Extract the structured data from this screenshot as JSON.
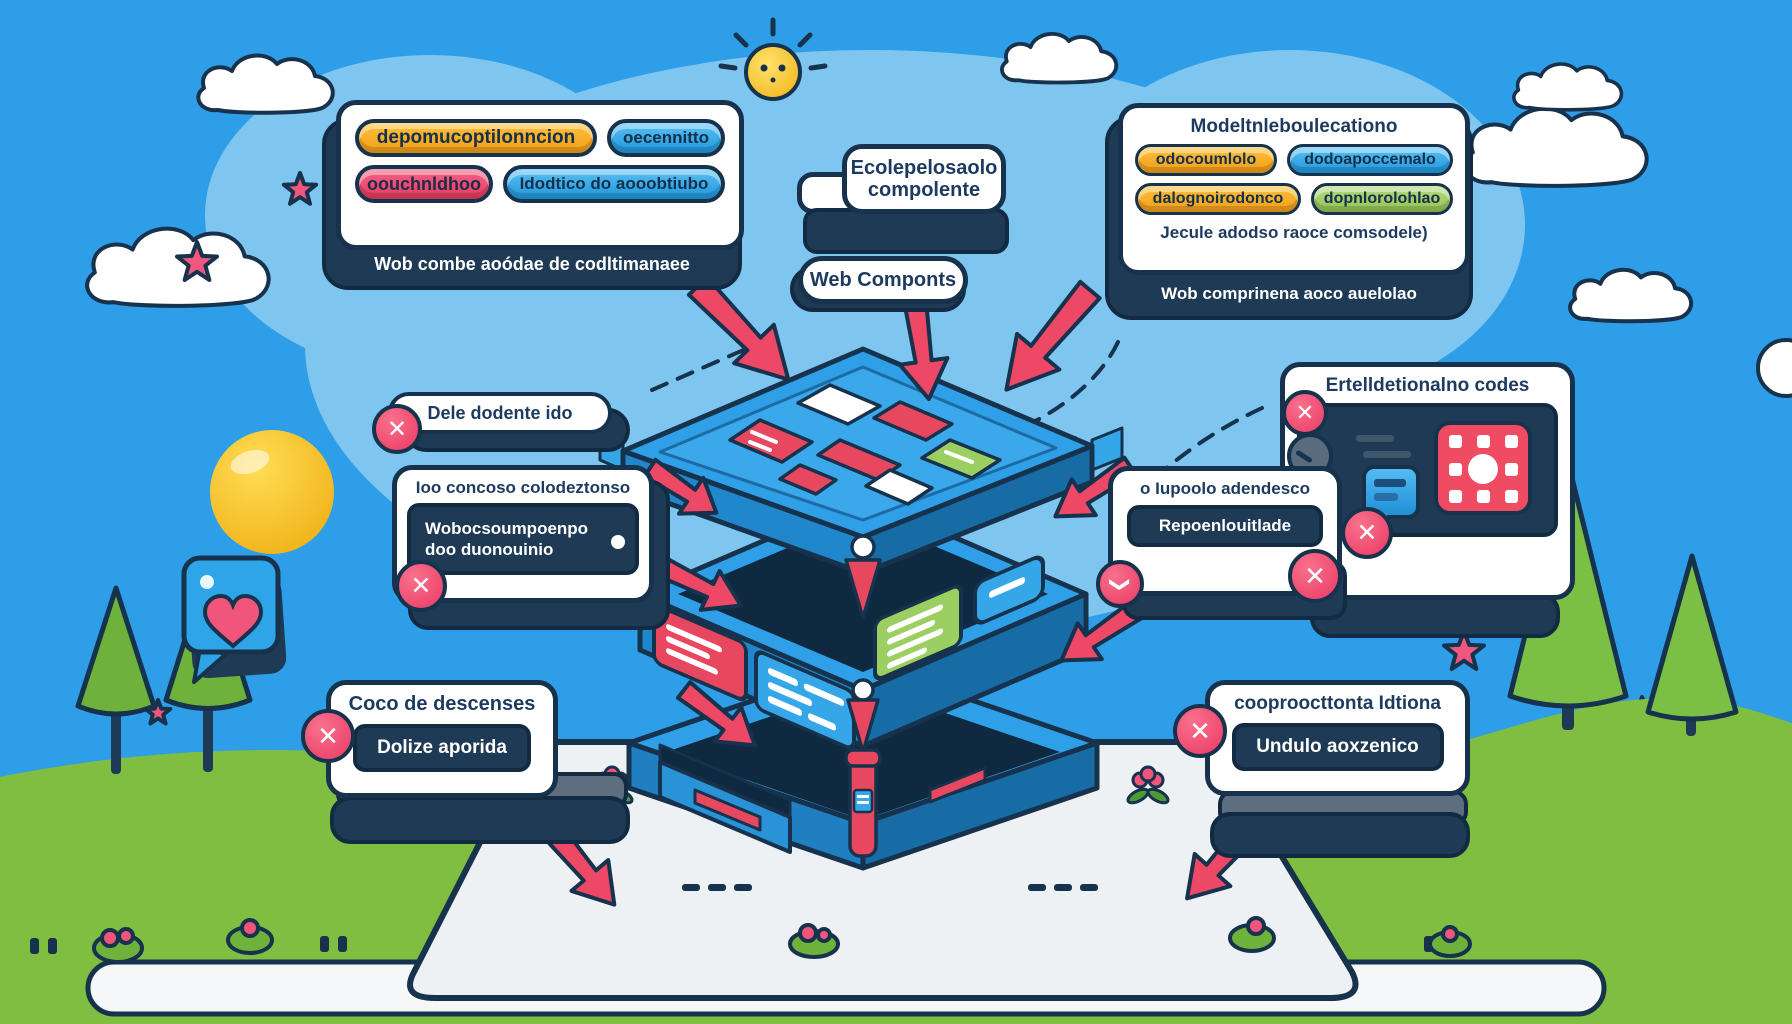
{
  "scene": {
    "description": "Cartoon isometric illustration of a layered web-component stack on a platform, surrounded by annotation callouts with error badges",
    "colors": {
      "sky": "#2D9EE7",
      "sky_blob": "#7EC5F0",
      "hill_green": "#7FBE41",
      "outline_navy": "#16324c",
      "panel_dark": "#1e3a54",
      "pill_orange": "#F5A823",
      "pill_blue": "#2FA9EA",
      "pill_pink": "#EE4B6E",
      "pill_green": "#A5CD6B",
      "arrow_red": "#EE4867",
      "stack_blue": "#2F9FE8",
      "platform_gray": "#EEF1F3",
      "sun_yellow": "#F9C93C"
    }
  },
  "icons": {
    "close": "✕",
    "chevron": "❯"
  },
  "callouts": {
    "top_left": {
      "pills": [
        {
          "label": "depomucoptilonncion",
          "color": "orange"
        },
        {
          "label": "oecennitto",
          "color": "blue"
        },
        {
          "label": "oouchnldhoo",
          "color": "pink"
        },
        {
          "label": "Idodtico do aooobtiubo",
          "color": "blue"
        }
      ],
      "caption": "Wob combe aoódae de codltimanaee"
    },
    "top_center": {
      "banner_line1": "Ecolepelosaolo",
      "banner_line2": "compolente",
      "banner2": "Web Componts"
    },
    "top_right": {
      "header": "Modeltnleboulecationo",
      "pills": [
        {
          "label": "odocoumlolo",
          "color": "orange"
        },
        {
          "label": "dodoapoccemalo",
          "color": "blue"
        },
        {
          "label": "dalognoirodonco",
          "color": "orange"
        },
        {
          "label": "dopnlorolohlao",
          "color": "green"
        }
      ],
      "note": "Jecule adodso raoce comsodele)",
      "caption": "Wob comprinena aoco auelolao"
    },
    "mid_left_tag": {
      "label": "Dele dodente ido"
    },
    "mid_left_card": {
      "title": "Ioo concoso colodeztonso",
      "box_line1": "Wobocsoumpoenpo",
      "box_line2": "doo duonouinio"
    },
    "bottom_left": {
      "title": "Coco de descenses",
      "pill": "Dolize aporida"
    },
    "right_mid": {
      "title": "o Iupoolo adendesco",
      "pill": "Repoenlouitlade"
    },
    "right_panel": {
      "header": "Ertelldetionalno codes"
    },
    "bottom_right": {
      "title": "cooproocttonta Idtiona",
      "pill": "Undulo aoxzenico"
    }
  }
}
